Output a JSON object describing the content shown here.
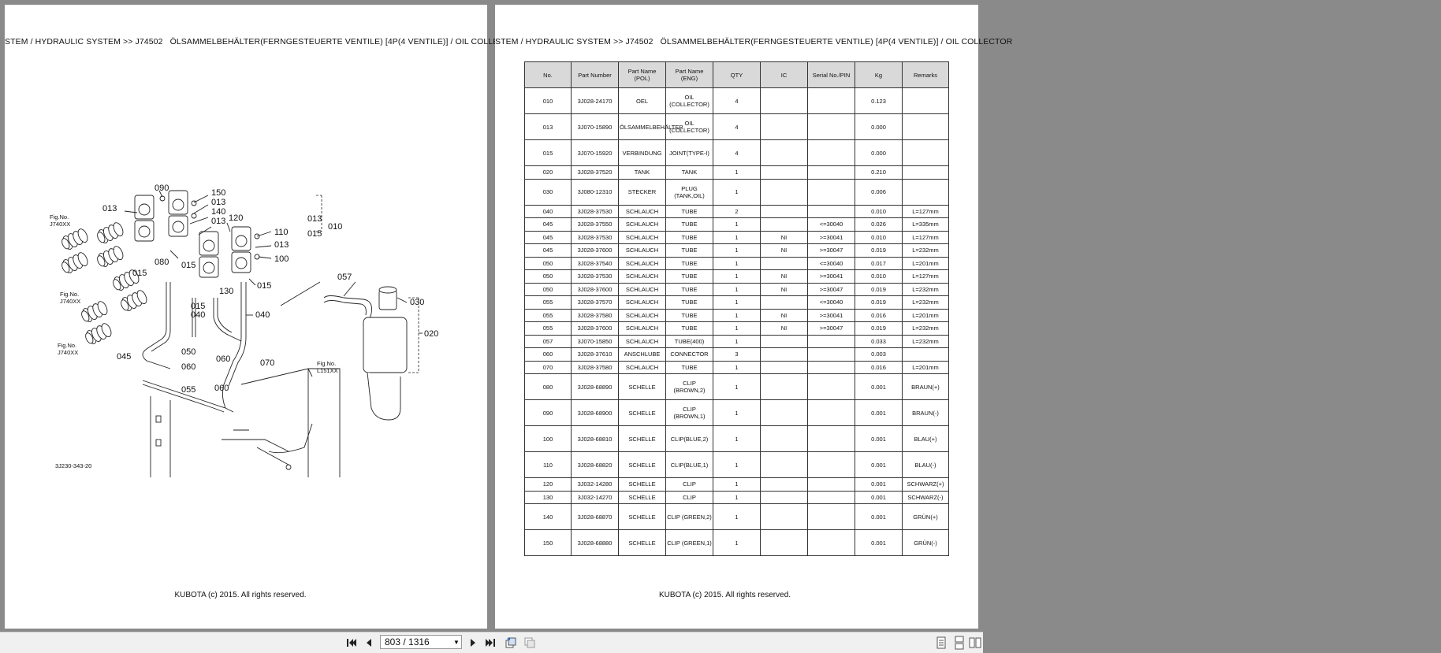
{
  "header_text": "STEM / HYDRAULIC SYSTEM >> J74502   ÖLSAMMELBEHÄLTER(FERNGESTEUERTE VENTILE) [4P(4 VENTILE)] / OIL COLLECTOR",
  "footer_text": "KUBOTA (c) 2015. All rights reserved.",
  "diagram": {
    "labels": [
      "090",
      "150",
      "013",
      "013",
      "140",
      "013",
      "120",
      "110",
      "013",
      "100",
      "015",
      "080",
      "015",
      "130",
      "015",
      "040",
      "015",
      "040",
      "057",
      "030",
      "020",
      "050",
      "060",
      "060",
      "070",
      "055",
      "060",
      "013",
      "015",
      "010",
      "045"
    ],
    "fig_labels": [
      "Fig.No.",
      "J740XX",
      "Fig.No.",
      "J740XX",
      "Fig.No.",
      "J740XX",
      "Fig.No.",
      "L151XX"
    ],
    "code": "3J230-343-20"
  },
  "table": {
    "headers": [
      "No.",
      "Part Number",
      "Part Name (POL)",
      "Part Name (ENG)",
      "QTY",
      "IC",
      "Serial No./PIN",
      "Kg",
      "Remarks"
    ],
    "rows": [
      [
        "010",
        "3J028-24170",
        "OEL",
        "OIL (COLLECTOR)",
        "4",
        "",
        "",
        "0.123",
        ""
      ],
      [
        "013",
        "3J070-15890",
        "ÖLSAMMELBEHÄLTER",
        "OIL (COLLECTOR)",
        "4",
        "",
        "",
        "0.000",
        ""
      ],
      [
        "015",
        "3J070-15920",
        "VERBINDUNG",
        "JOINT(TYPE-I)",
        "4",
        "",
        "",
        "0.000",
        ""
      ],
      [
        "020",
        "3J028-37520",
        "TANK",
        "TANK",
        "1",
        "",
        "",
        "0.210",
        ""
      ],
      [
        "030",
        "3J080-12310",
        "STECKER",
        "PLUG (TANK,OIL)",
        "1",
        "",
        "",
        "0.006",
        ""
      ],
      [
        "040",
        "3J028-37530",
        "SCHLAUCH",
        "TUBE",
        "2",
        "",
        "",
        "0.010",
        "L=127mm"
      ],
      [
        "045",
        "3J028-37550",
        "SCHLAUCH",
        "TUBE",
        "1",
        "",
        "<=30040",
        "0.026",
        "L=335mm"
      ],
      [
        "045",
        "3J028-37530",
        "SCHLAUCH",
        "TUBE",
        "1",
        "NI",
        ">=30041",
        "0.010",
        "L=127mm"
      ],
      [
        "045",
        "3J028-37600",
        "SCHLAUCH",
        "TUBE",
        "1",
        "NI",
        ">=30047",
        "0.019",
        "L=232mm"
      ],
      [
        "050",
        "3J028-37540",
        "SCHLAUCH",
        "TUBE",
        "1",
        "",
        "<=30040",
        "0.017",
        "L=201mm"
      ],
      [
        "050",
        "3J028-37530",
        "SCHLAUCH",
        "TUBE",
        "1",
        "NI",
        ">=30041",
        "0.010",
        "L=127mm"
      ],
      [
        "050",
        "3J028-37600",
        "SCHLAUCH",
        "TUBE",
        "1",
        "NI",
        ">=30047",
        "0.019",
        "L=232mm"
      ],
      [
        "055",
        "3J028-37570",
        "SCHLAUCH",
        "TUBE",
        "1",
        "",
        "<=30040",
        "0.019",
        "L=232mm"
      ],
      [
        "055",
        "3J028-37580",
        "SCHLAUCH",
        "TUBE",
        "1",
        "NI",
        ">=30041",
        "0.016",
        "L=201mm"
      ],
      [
        "055",
        "3J028-37600",
        "SCHLAUCH",
        "TUBE",
        "1",
        "NI",
        ">=30047",
        "0.019",
        "L=232mm"
      ],
      [
        "057",
        "3J070-15850",
        "SCHLAUCH",
        "TUBE(400)",
        "1",
        "",
        "",
        "0.033",
        "L=232mm"
      ],
      [
        "060",
        "3J028-37610",
        "ANSCHLUBE",
        "CONNECTOR",
        "3",
        "",
        "",
        "0.003",
        ""
      ],
      [
        "070",
        "3J028-37580",
        "SCHLAUCH",
        "TUBE",
        "1",
        "",
        "",
        "0.016",
        "L=201mm"
      ],
      [
        "080",
        "3J028-68890",
        "SCHELLE",
        "CLIP (BROWN,2)",
        "1",
        "",
        "",
        "0.001",
        "BRAUN(+)"
      ],
      [
        "090",
        "3J028-68900",
        "SCHELLE",
        "CLIP (BROWN,1)",
        "1",
        "",
        "",
        "0.001",
        "BRAUN(-)"
      ],
      [
        "100",
        "3J028-68810",
        "SCHELLE",
        "CLIP(BLUE,2)",
        "1",
        "",
        "",
        "0.001",
        "BLAU(+)"
      ],
      [
        "110",
        "3J028-68820",
        "SCHELLE",
        "CLIP(BLUE,1)",
        "1",
        "",
        "",
        "0.001",
        "BLAU(-)"
      ],
      [
        "120",
        "3J032-14280",
        "SCHELLE",
        "CLIP",
        "1",
        "",
        "",
        "0.001",
        "SCHWARZ(+)"
      ],
      [
        "130",
        "3J032-14270",
        "SCHELLE",
        "CLIP",
        "1",
        "",
        "",
        "0.001",
        "SCHWARZ(-)"
      ],
      [
        "140",
        "3J028-68870",
        "SCHELLE",
        "CLIP (GREEN,2)",
        "1",
        "",
        "",
        "0.001",
        "GRÜN(+)"
      ],
      [
        "150",
        "3J028-68880",
        "SCHELLE",
        "CLIP (GREEN,1)",
        "1",
        "",
        "",
        "0.001",
        "GRÜN(-)"
      ]
    ]
  },
  "toolbar": {
    "page_indicator": "803 / 1316",
    "icons": [
      "first-page-icon",
      "prev-page-icon",
      "dropdown-caret-icon",
      "next-page-icon",
      "last-page-icon",
      "go-back-view-icon",
      "go-forward-view-icon",
      "single-page-view-icon",
      "continuous-view-icon",
      "facing-view-icon"
    ]
  }
}
